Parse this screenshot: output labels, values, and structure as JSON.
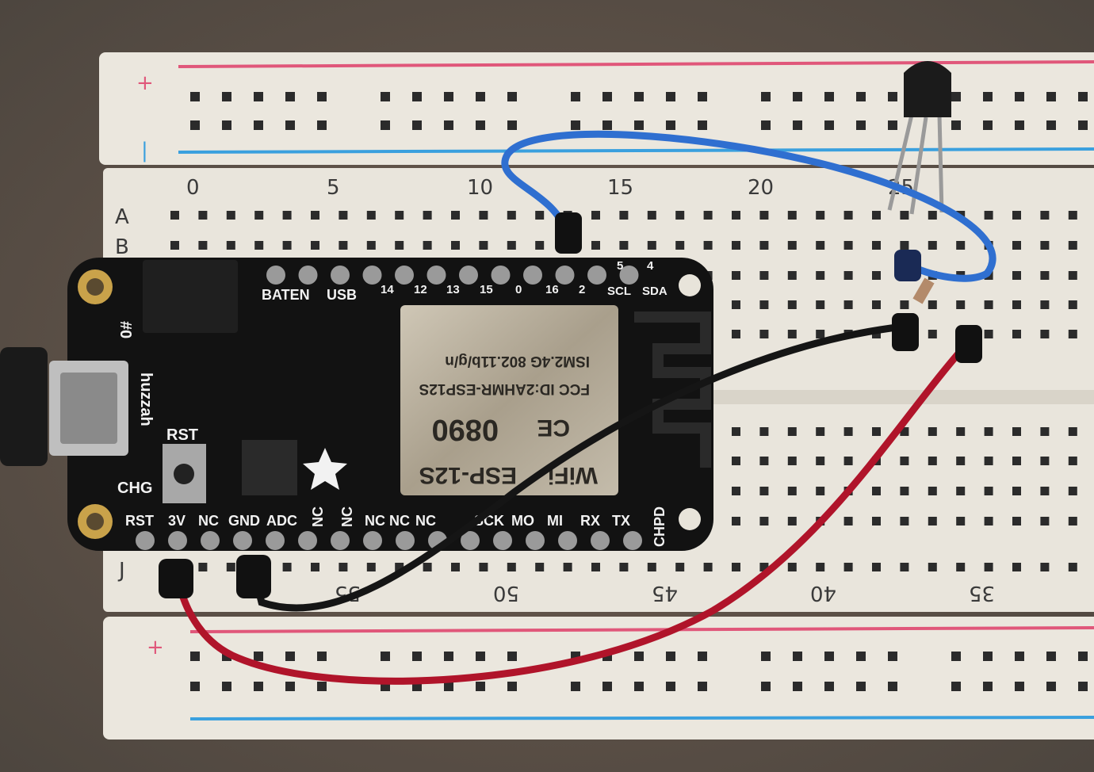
{
  "breadboard": {
    "top_columns": [
      "0",
      "5",
      "10",
      "15",
      "20",
      "25"
    ],
    "bottom_columns": [
      "55",
      "50",
      "45",
      "40",
      "35"
    ],
    "row_labels_top": [
      "A",
      "B"
    ],
    "row_label_bottom": "J",
    "rail_plus": "+",
    "rail_minus": "|"
  },
  "board": {
    "top_pins": [
      "BATEN",
      "USB",
      "14",
      "12",
      "13",
      "15",
      "0",
      "16",
      "2",
      "5",
      "4",
      "SCL",
      "SDA"
    ],
    "bottom_pins": [
      "RST",
      "3V",
      "NC",
      "GND",
      "ADC",
      "NC",
      "NC",
      "NC",
      "NC",
      "NC",
      "SCK",
      "MO",
      "MI",
      "RX",
      "TX",
      "CHPD"
    ],
    "side_labels": {
      "gpio0": "#0",
      "name": "huzzah",
      "reset": "RST",
      "charge": "CHG"
    },
    "module": {
      "brand": "WiFi",
      "model": "ESP-12S",
      "cert": "0890",
      "ce": "CE",
      "fcc": "FCC ID:2AHMR-ESP12S",
      "ism": "ISM2.4G  802.11b/g/n"
    }
  },
  "colors": {
    "breadboard": "#ebe7de",
    "rail_red": "#e0577a",
    "rail_blue": "#3aa0de",
    "pcb": "#121212",
    "wire_blue": "#2f6fd0",
    "wire_black": "#151515",
    "wire_red": "#b0142a"
  }
}
